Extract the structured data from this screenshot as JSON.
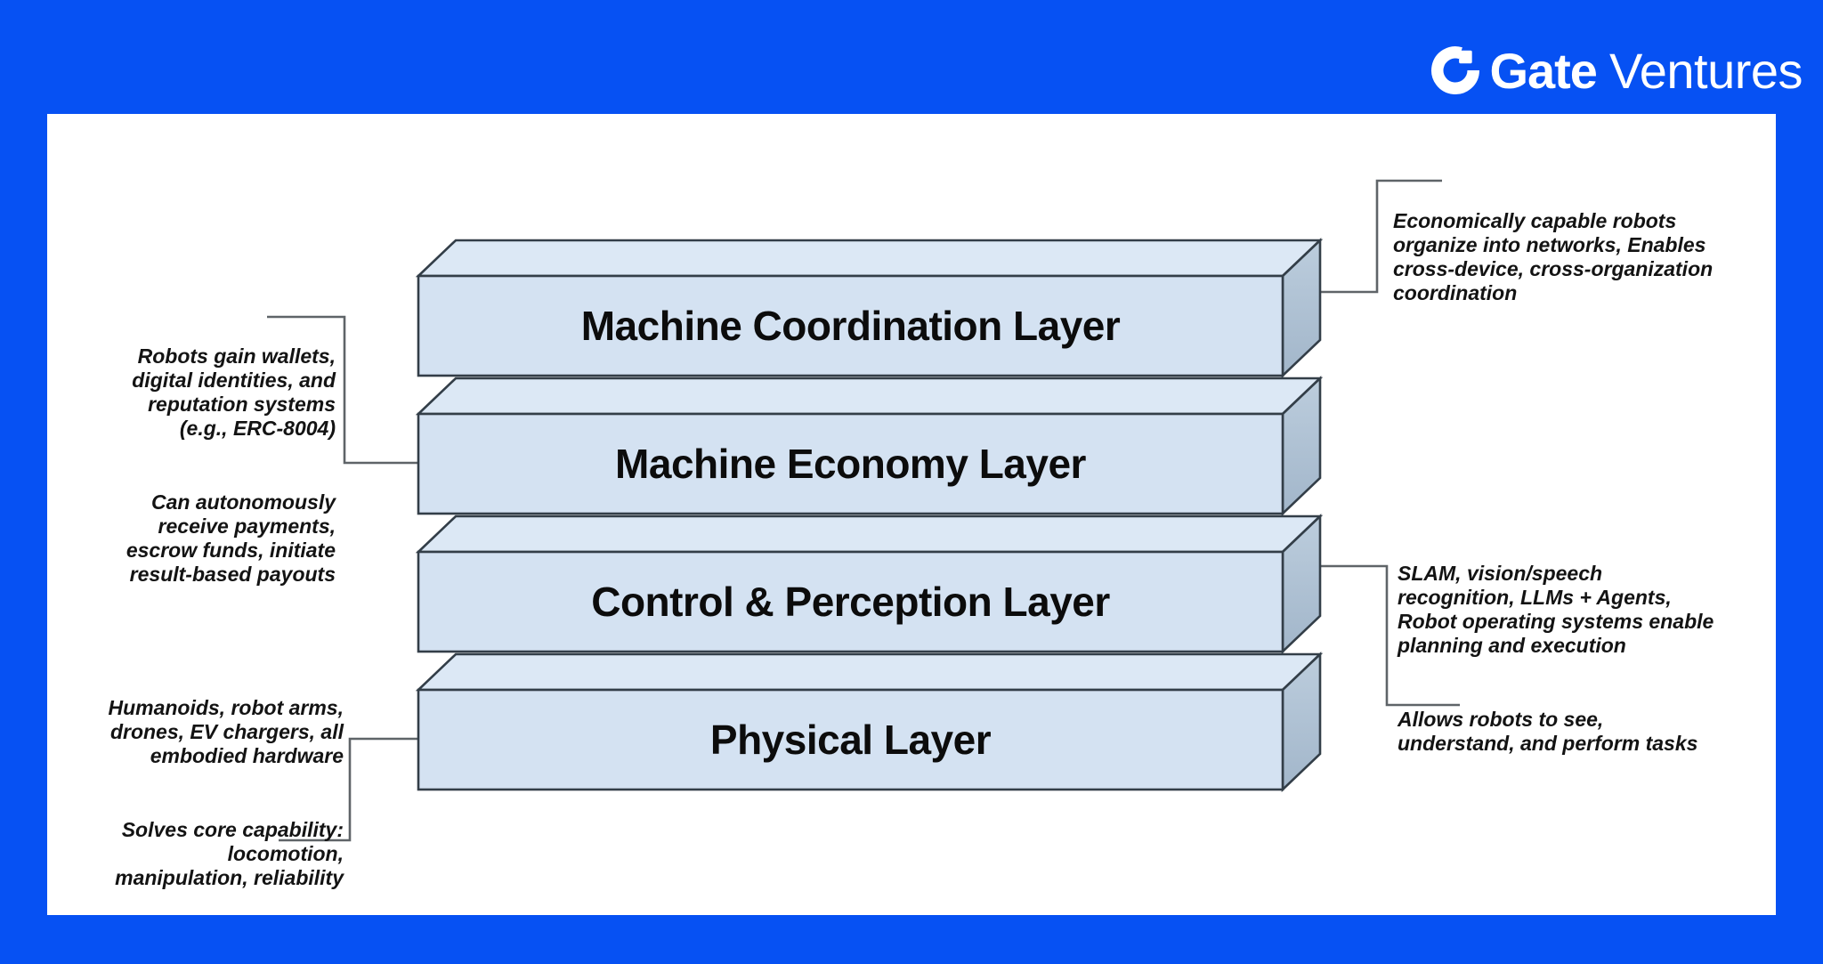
{
  "logo": {
    "brand": "Gate",
    "suffix": "Ventures"
  },
  "layers": [
    {
      "label": "Machine Coordination Layer"
    },
    {
      "label": "Machine Economy Layer"
    },
    {
      "label": "Control & Perception Layer"
    },
    {
      "label": "Physical Layer"
    }
  ],
  "annotations": {
    "left_top": {
      "para1": "Robots gain wallets,\ndigital identities, and\nreputation systems\n(e.g., ERC-8004)",
      "para2": "Can autonomously\nreceive payments,\nescrow funds, initiate\nresult-based payouts"
    },
    "left_bottom": {
      "para1": "Humanoids, robot arms,\ndrones, EV chargers, all\nembodied hardware",
      "para2": "Solves core capability:\nlocomotion,\nmanipulation, reliability"
    },
    "right_top": {
      "para1": "Economically capable robots\norganize into networks, Enables\ncross-device, cross-organization\ncoordination"
    },
    "right_bottom": {
      "para1": "SLAM, vision/speech\nrecognition, LLMs + Agents,\nRobot operating systems enable\nplanning and execution",
      "para2": "Allows robots to see,\nunderstand, and perform tasks"
    }
  },
  "colors": {
    "brand_blue": "#0651f3",
    "box_front": "#d4e2f2",
    "box_top": "#dce8f5",
    "box_side_light": "#bccddd",
    "box_side_dark": "#a2b6ca",
    "box_stroke": "#333e48",
    "connector": "#5f6468",
    "ink": "#131313"
  }
}
